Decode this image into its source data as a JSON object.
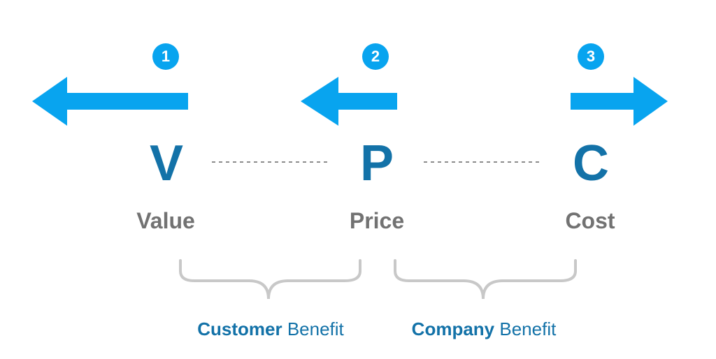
{
  "colors": {
    "arrow": "#08A4EF",
    "badge": "#08A4EF",
    "letter": "#1372A8",
    "label": "#727272",
    "dots": "#8C8C8C",
    "brace": "#C8C8C8",
    "benefit_strong": "#1372A8",
    "benefit_light": "#1372A8"
  },
  "nodes": [
    {
      "number": "1",
      "letter": "V",
      "label": "Value",
      "arrow_direction": "left",
      "arrow_icon": "arrow-left-icon"
    },
    {
      "number": "2",
      "letter": "P",
      "label": "Price",
      "arrow_direction": "left",
      "arrow_icon": "arrow-left-icon"
    },
    {
      "number": "3",
      "letter": "C",
      "label": "Cost",
      "arrow_direction": "right",
      "arrow_icon": "arrow-right-icon"
    }
  ],
  "benefits": [
    {
      "strong": "Customer",
      "light": "Benefit"
    },
    {
      "strong": "Company",
      "light": "Benefit"
    }
  ]
}
